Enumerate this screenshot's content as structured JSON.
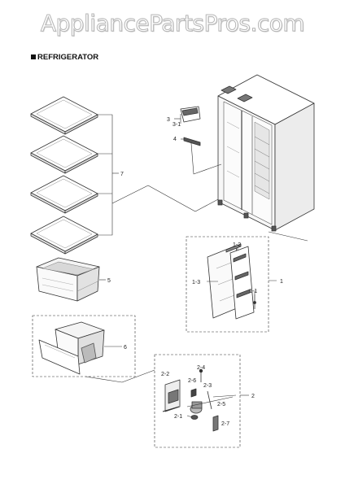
{
  "header": {
    "watermark": "AppliancePartsPros.com",
    "section_title": "REFRIGERATOR"
  },
  "labels": {
    "p1": "1",
    "p1_1": "1-1",
    "p1_2": "1-2",
    "p1_3": "1-3",
    "p2": "2",
    "p2_1": "2-1",
    "p2_2": "2-2",
    "p2_3": "2-3",
    "p2_4": "2-4",
    "p2_5": "2-5",
    "p2_6": "2-6",
    "p2_7": "2-7",
    "p3": "3",
    "p3_1": "3-1",
    "p4": "4",
    "p5": "5",
    "p6": "6",
    "p7": "7"
  }
}
